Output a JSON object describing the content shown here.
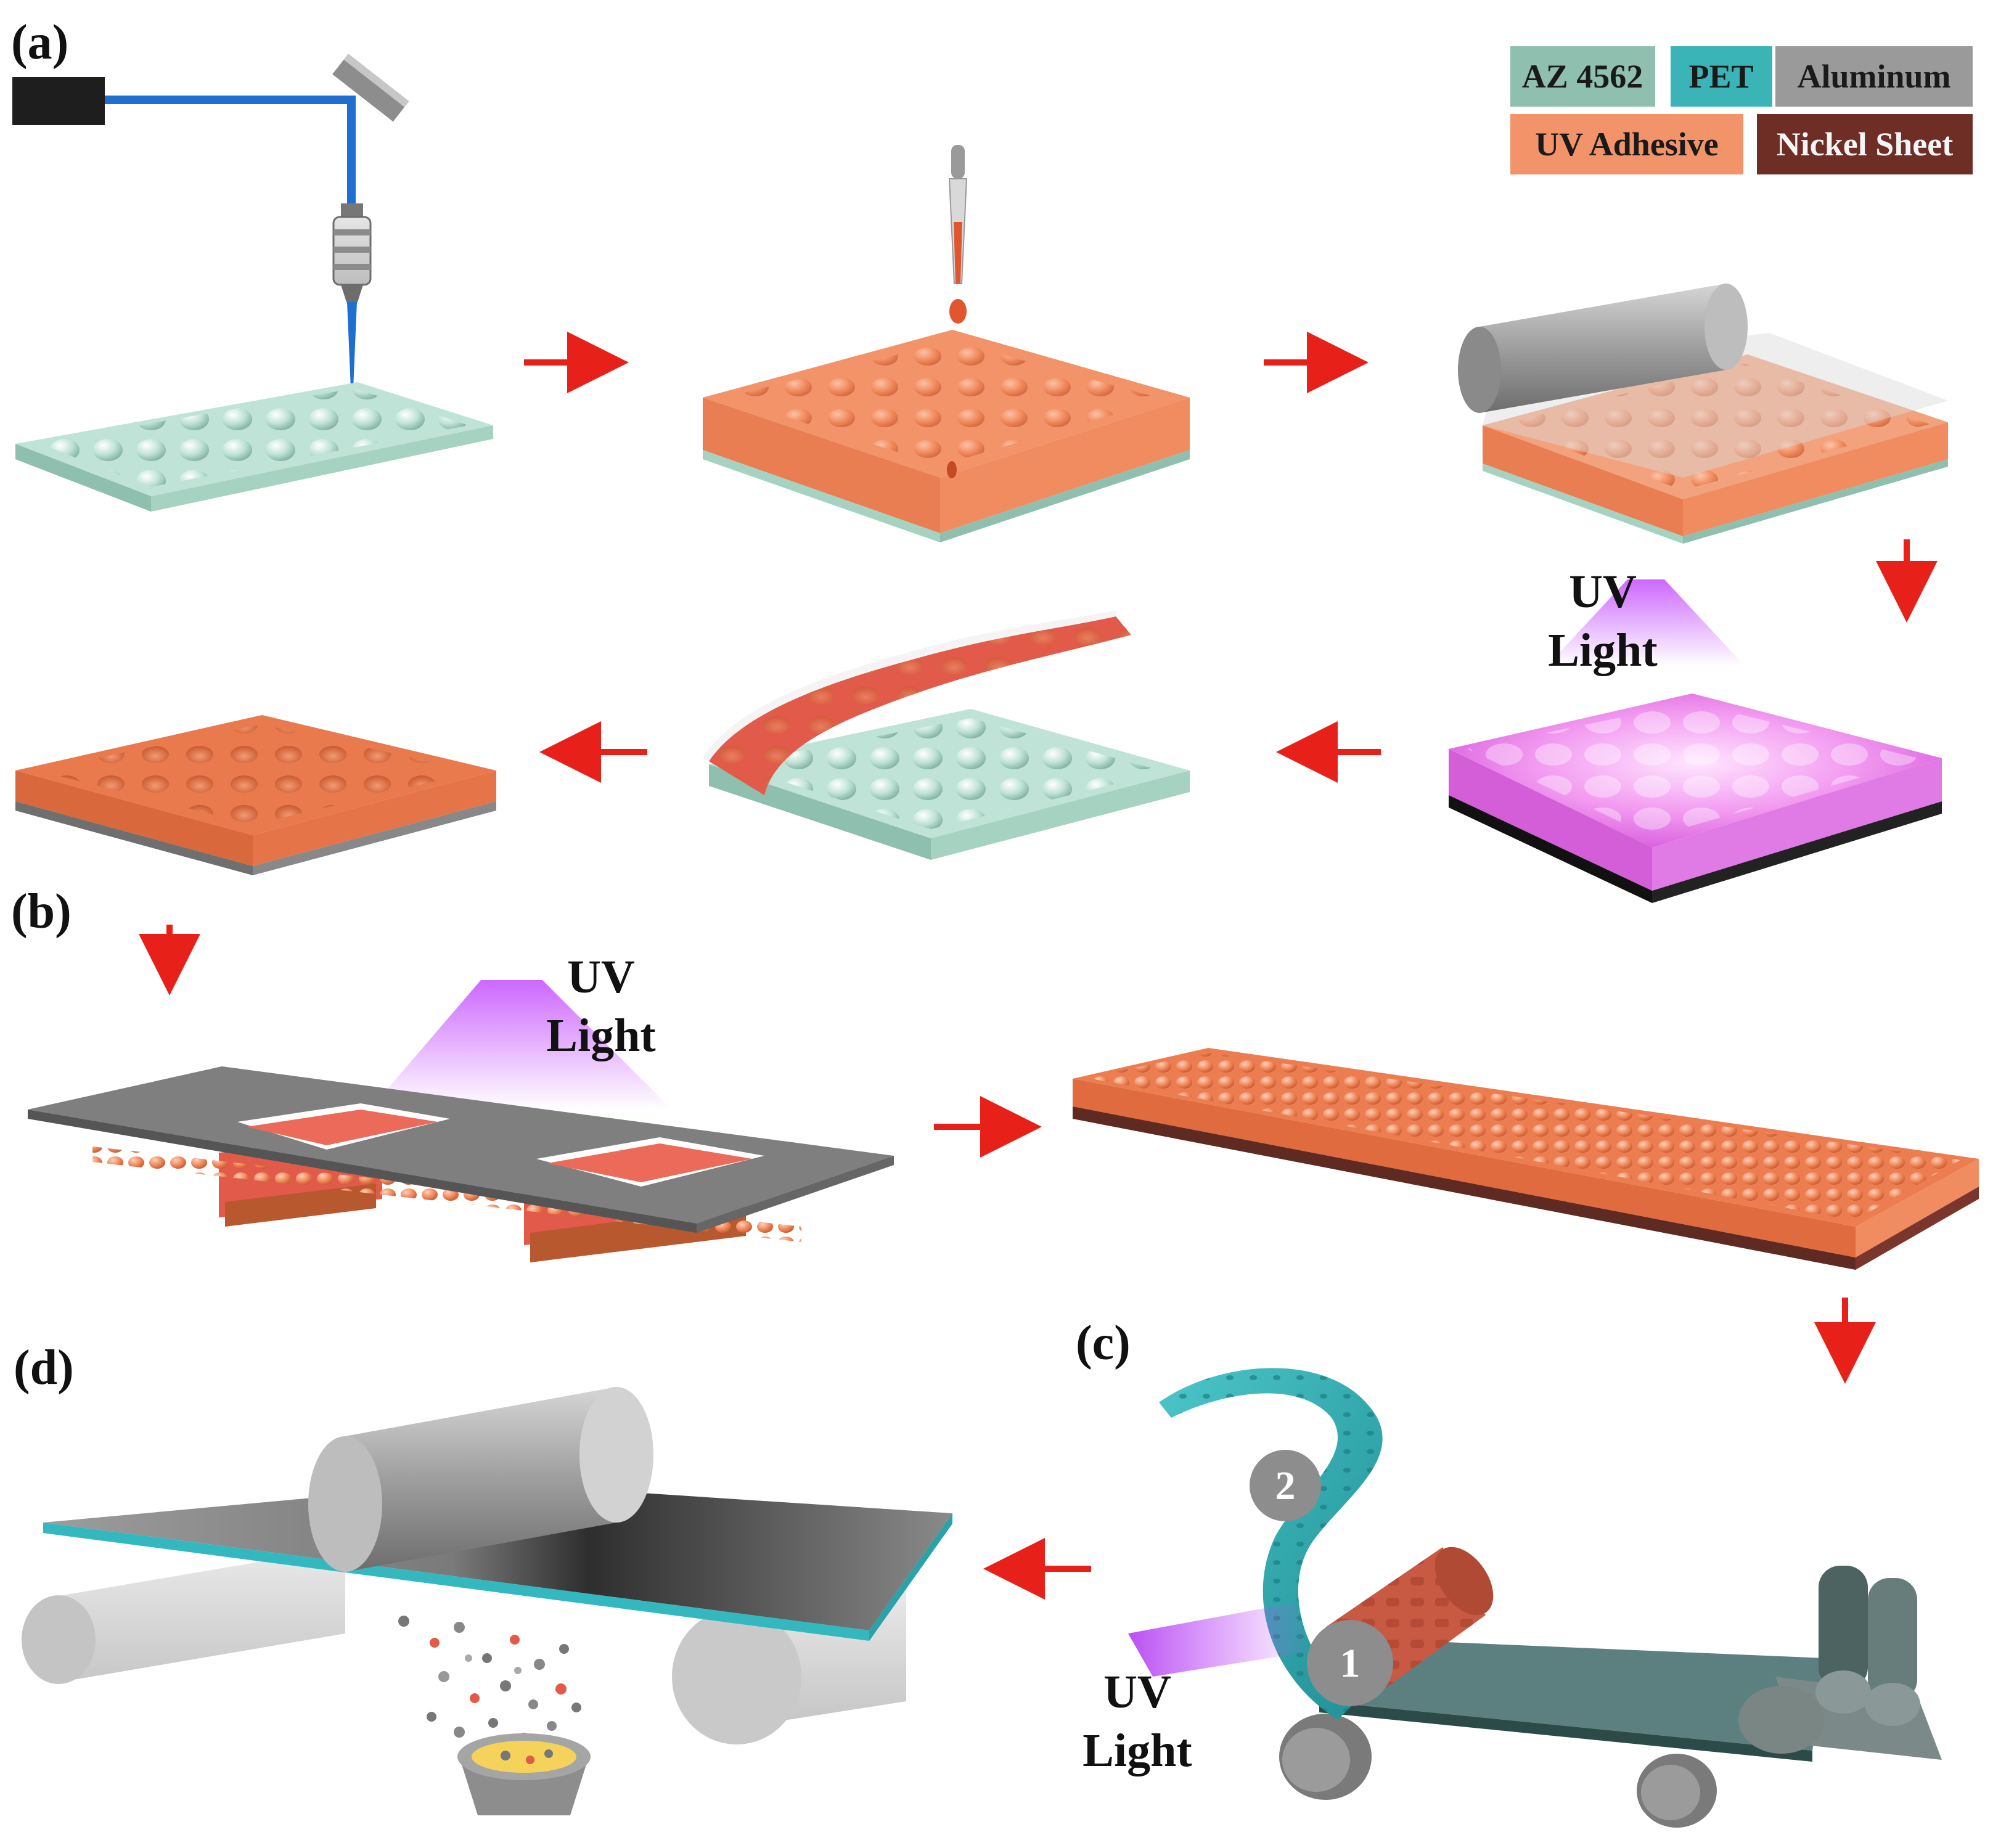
{
  "panels": {
    "a": "(a)",
    "b": "(b)",
    "c": "(c)",
    "d": "(d)"
  },
  "legend": [
    {
      "label": "AZ 4562",
      "color": "#8fbfae",
      "text_color": "#1a1a1a"
    },
    {
      "label": "PET",
      "color": "#3bb4b8",
      "text_color": "#1a1a1a"
    },
    {
      "label": "Aluminum",
      "color": "#9a9a9a",
      "text_color": "#1a1a1a"
    },
    {
      "label": "UV Adhesive",
      "color": "#f2936a",
      "text_color": "#1a1a1a"
    },
    {
      "label": "Nickel Sheet",
      "color": "#6e2e26",
      "text_color": "#f5f5f5"
    }
  ],
  "uv_label": {
    "line1": "UV",
    "line2": "Light"
  },
  "rollers": {
    "one": "1",
    "two": "2"
  },
  "colors": {
    "arrow": "#e8201a",
    "laser": "#1f6fd1",
    "uv_glow": "#c44dff"
  }
}
